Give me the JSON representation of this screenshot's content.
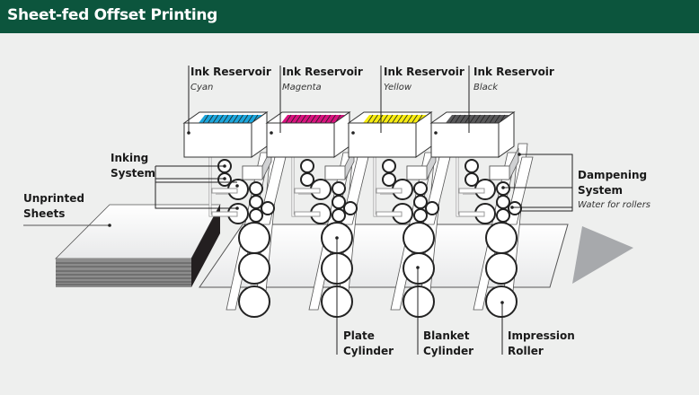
{
  "header": {
    "title": "Sheet-fed Offset Printing",
    "background": "#0c553d"
  },
  "reservoirs": [
    {
      "label": "Ink Reservoir",
      "color_name": "Cyan",
      "ink": "#1aa6dc"
    },
    {
      "label": "Ink Reservoir",
      "color_name": "Magenta",
      "ink": "#d9127f"
    },
    {
      "label": "Ink Reservoir",
      "color_name": "Yellow",
      "ink": "#f7ec0f"
    },
    {
      "label": "Ink Reservoir",
      "color_name": "Black",
      "ink": "#58585a"
    }
  ],
  "labels": {
    "inking_line1": "Inking",
    "inking_line2": "System",
    "unprinted_line1": "Unprinted",
    "unprinted_line2": "Sheets",
    "dampening_line1": "Dampening",
    "dampening_line2": "System",
    "dampening_sub": "Water for rollers",
    "plate_line1": "Plate",
    "plate_line2": "Cylinder",
    "blanket_line1": "Blanket",
    "blanket_line2": "Cylinder",
    "impression_line1": "Impression",
    "impression_line2": "Roller"
  },
  "colors": {
    "arrow": "#a7a9ac",
    "stack": "#8c8c8c",
    "stack_side": "#231f20"
  }
}
